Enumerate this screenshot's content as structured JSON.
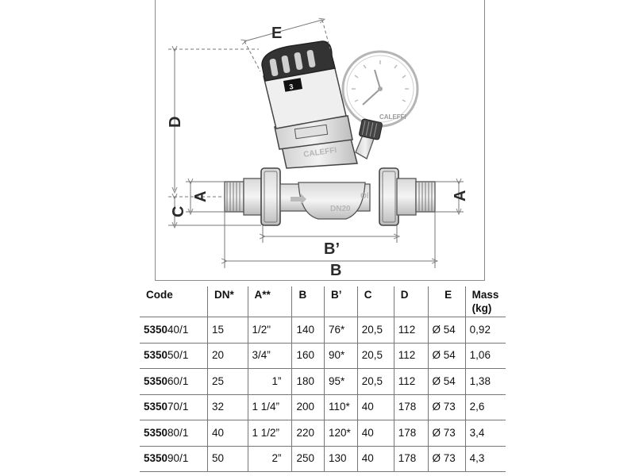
{
  "drawing": {
    "labels": {
      "E": "E",
      "D": "D",
      "A_left": "A",
      "C": "C",
      "A_right": "A",
      "B_prime": "B’",
      "B": "B"
    },
    "brand": "CALEFFI",
    "body_mark": "DN20"
  },
  "table": {
    "headers": [
      "Code",
      "DN*",
      "A**",
      "B",
      "B’",
      "C",
      "D",
      "E",
      "Mass\n(kg)"
    ],
    "rows": [
      {
        "code_prefix": "5350",
        "code_suffix": "40/1",
        "dn": "15",
        "a": "1/2\"",
        "b": "140",
        "bp": "76*",
        "c": "20,5",
        "d": "112",
        "e": "Ø 54",
        "mass": "0,92"
      },
      {
        "code_prefix": "5350",
        "code_suffix": "50/1",
        "dn": "20",
        "a": "3/4”",
        "b": "160",
        "bp": "90*",
        "c": "20,5",
        "d": "112",
        "e": "Ø 54",
        "mass": "1,06"
      },
      {
        "code_prefix": "5350",
        "code_suffix": "60/1",
        "dn": "25",
        "a": "1”",
        "b": "180",
        "bp": "95*",
        "c": "20,5",
        "d": "112",
        "e": "Ø 54",
        "mass": "1,38"
      },
      {
        "code_prefix": "5350",
        "code_suffix": "70/1",
        "dn": "32",
        "a": "1 1/4”",
        "b": "200",
        "bp": "110*",
        "c": "40",
        "d": "178",
        "e": "Ø 73",
        "mass": "2,6"
      },
      {
        "code_prefix": "5350",
        "code_suffix": "80/1",
        "dn": "40",
        "a": "1 1/2”",
        "b": "220",
        "bp": "120*",
        "c": "40",
        "d": "178",
        "e": "Ø 73",
        "mass": "3,4"
      },
      {
        "code_prefix": "5350",
        "code_suffix": "90/1",
        "dn": "50",
        "a": "2”",
        "b": "250",
        "bp": "130",
        "c": "40",
        "d": "178",
        "e": "Ø 73",
        "mass": "4,3"
      }
    ]
  }
}
